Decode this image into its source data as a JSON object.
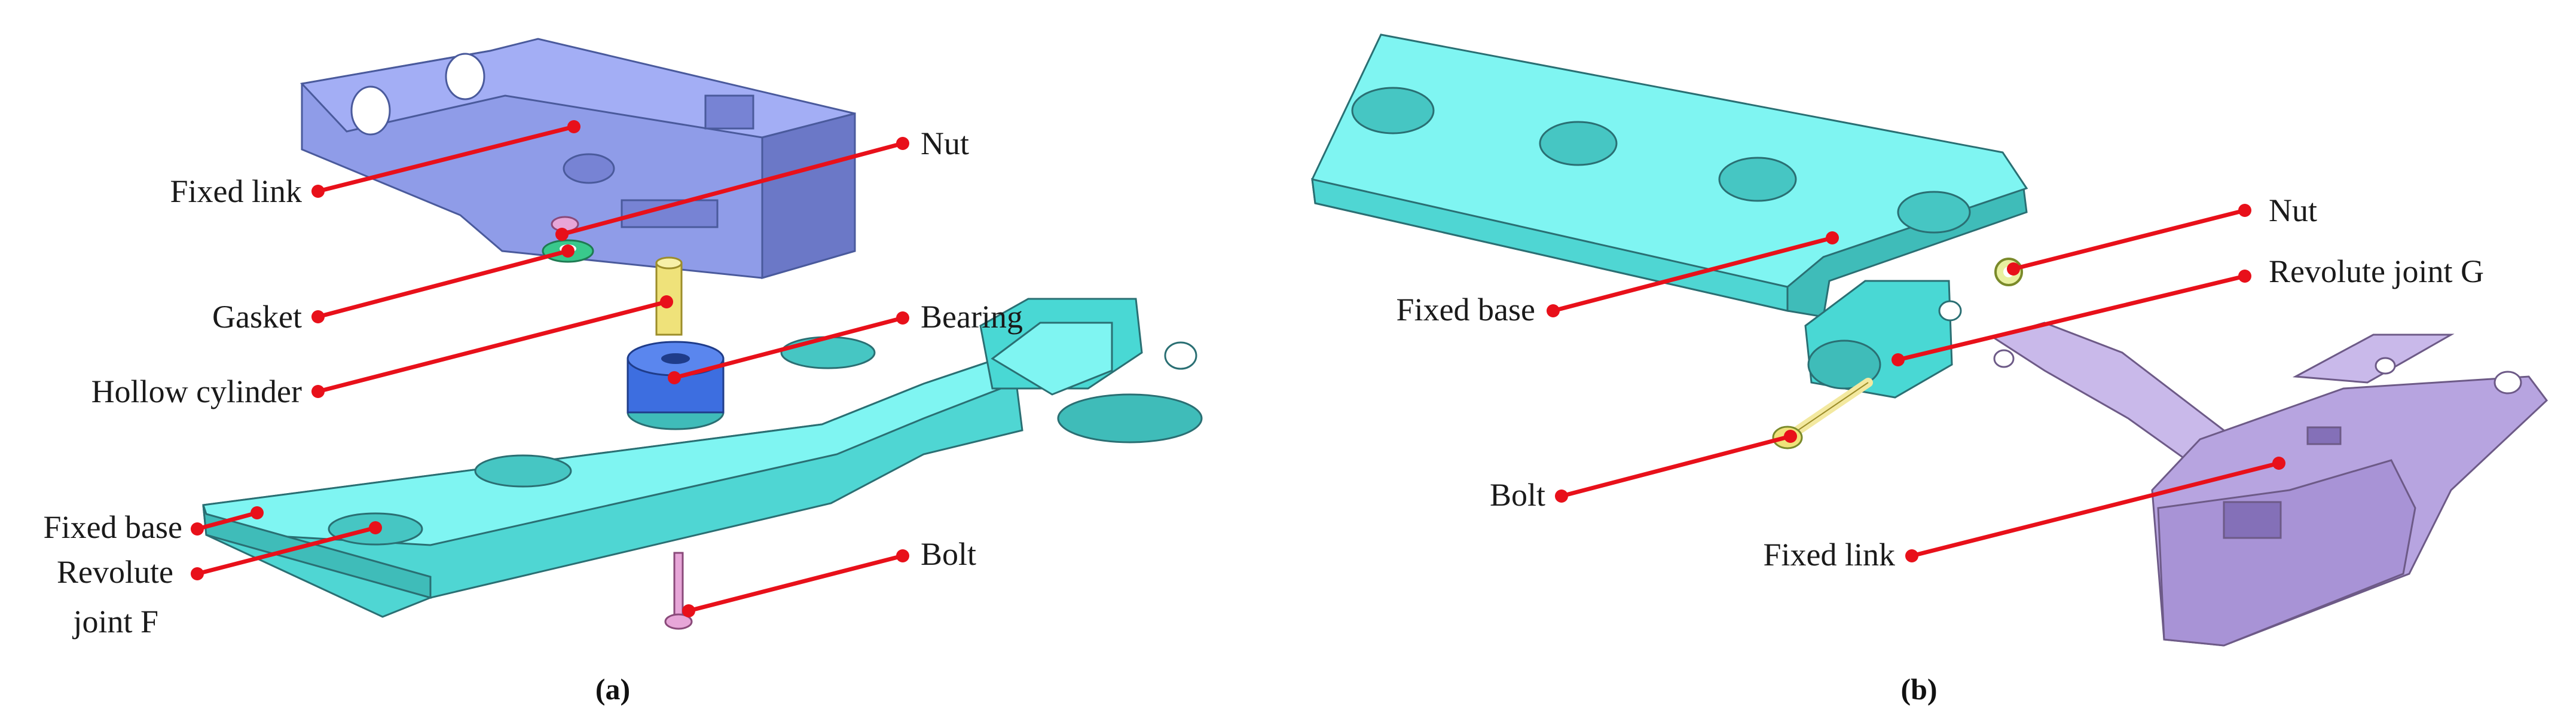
{
  "panel_a": {
    "caption": "(a)",
    "labels": {
      "fixed_link": "Fixed link",
      "nut": "Nut",
      "gasket": "Gasket",
      "bearing": "Bearing",
      "hollow_cylinder": "Hollow cylinder",
      "fixed_base": "Fixed base",
      "revolute_joint_f_line1": "Revolute",
      "revolute_joint_f_line2": "joint F",
      "bolt": "Bolt"
    }
  },
  "panel_b": {
    "caption": "(b)",
    "labels": {
      "nut": "Nut",
      "revolute_joint_g": "Revolute joint G",
      "fixed_base": "Fixed base",
      "bolt": "Bolt",
      "fixed_link": "Fixed link"
    }
  },
  "colors": {
    "base_cyan": "#7ff5f2",
    "link_blue": "#a3aef5",
    "link_purple": "#c9b9ea",
    "leader_red": "#e8101a",
    "bolt_pink": "#e7a6d8",
    "hollow_cylinder_yellow": "#efe27a",
    "gasket_green": "#39c98c",
    "bearing_blue": "#3d6ee0"
  }
}
